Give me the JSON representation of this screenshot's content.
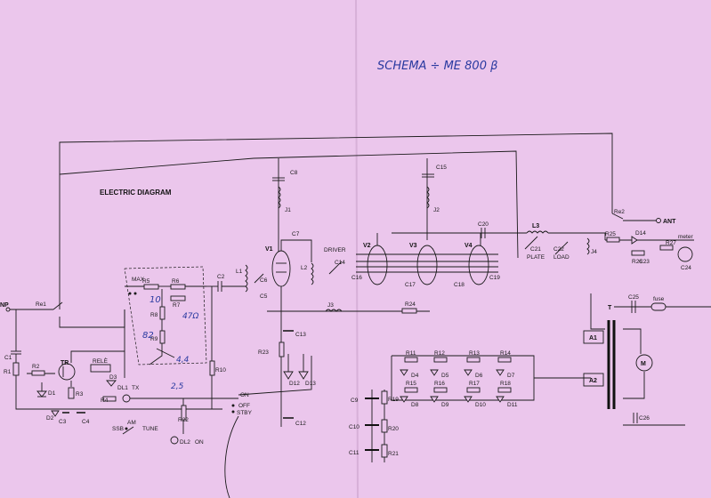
{
  "header": {
    "handwritten_title": "SCHEMA ÷ ME 800 β",
    "diagram_title": "ELECTRIC DIAGRAM"
  },
  "labels": {
    "inp": "NP",
    "ant": "ANT",
    "re1": "Re1",
    "re2": "Re2",
    "max": "MAX",
    "rele": "RELÈ",
    "tx": "TX",
    "on": "ON",
    "off": "OFF",
    "stby": "STBY",
    "ssb": "SSB",
    "am": "AM",
    "tune": "TUNE",
    "dl2_on": "ON",
    "driver": "DRIVER",
    "plate": "PLATE",
    "load": "LOAD",
    "meter": "meter",
    "fuse": "fuse",
    "t": "T",
    "a1": "A1",
    "a2": "A2",
    "m": "M"
  },
  "components": {
    "c1": "C1",
    "r1": "R1",
    "r2": "R2",
    "tr": "TR",
    "d1": "D1",
    "r3": "R3",
    "d2": "D2",
    "c3": "C3",
    "c4": "C4",
    "r4": "R4",
    "d3": "D3",
    "dl1": "DL1",
    "r22": "R22",
    "dl2": "DL2",
    "r5": "R5",
    "r6": "R6",
    "r7": "R7",
    "r8": "R8",
    "r9": "R9",
    "r10": "R10",
    "c2": "C2",
    "l1": "L1",
    "c5": "C5",
    "c6": "C6",
    "v1": "V1",
    "c7": "C7",
    "c8": "C8",
    "j1": "J1",
    "l2": "L2",
    "c14": "C14",
    "r23": "R23",
    "c13": "C13",
    "d12": "D12",
    "d13": "D13",
    "c12": "C12",
    "j3": "J3",
    "r24": "R24",
    "v2": "V2",
    "v3": "V3",
    "v4": "V4",
    "c16": "C16",
    "c17": "C17",
    "c18": "C18",
    "c19": "C19",
    "c15": "C15",
    "j2": "J2",
    "c20": "C20",
    "l3": "L3",
    "c21": "C21",
    "c22": "C22",
    "j4": "J4",
    "r25": "R25",
    "d14": "D14",
    "r26": "R26",
    "c23": "C23",
    "r27": "R27",
    "c24": "C24",
    "c25": "C25",
    "c26": "C26",
    "r11": "R11",
    "r12": "R12",
    "r13": "R13",
    "r14": "R14",
    "d4": "D4",
    "d5": "D5",
    "d6": "D6",
    "d7": "D7",
    "r15": "R15",
    "r16": "R16",
    "r17": "R17",
    "r18": "R18",
    "d8": "D8",
    "d9": "D9",
    "d10": "D10",
    "d11": "D11",
    "c9": "C9",
    "r19": "R19",
    "c10": "C10",
    "r20": "R20",
    "c11": "C11",
    "r21": "R21"
  },
  "annotations": {
    "num_10": "10",
    "r7_val": "47Ω",
    "num_82": "82",
    "num_4k": "4,4",
    "num_25": "2,5"
  }
}
